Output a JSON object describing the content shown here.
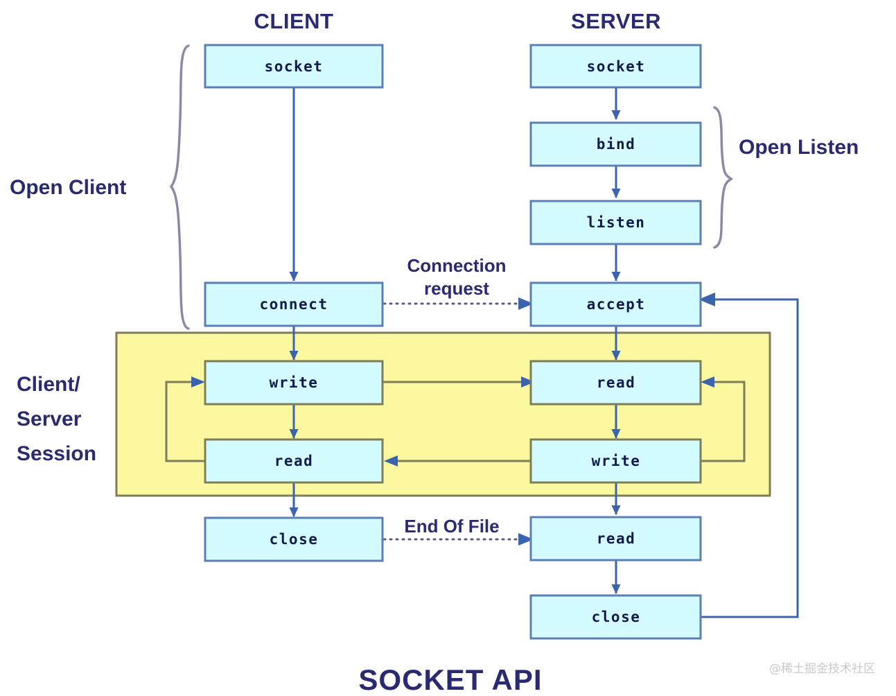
{
  "figure": {
    "footer_title": "SOCKET API",
    "watermark": "@稀土掘金技术社区",
    "colors": {
      "box_fill": "#d4fbff",
      "box_stroke": "#5b7fb5",
      "session_fill": "#fbf8a0",
      "session_stroke": "#7d7d57",
      "text": "#2a2a72",
      "arrow": "#3c63ad",
      "brace": "#8a8aa8",
      "background": "#ffffff"
    }
  },
  "columns": {
    "client": "CLIENT",
    "server": "SERVER"
  },
  "groups": {
    "open_client": "Open Client",
    "open_listen": "Open Listen",
    "session": "Client/\nServer\nSession",
    "session_line1": "Client/",
    "session_line2": "Server",
    "session_line3": "Session"
  },
  "edge_labels": {
    "connection_request_line1": "Connection",
    "connection_request_line2": "request",
    "end_of_file": "End Of File"
  },
  "nodes": {
    "client": [
      {
        "id": "client-socket",
        "label": "socket"
      },
      {
        "id": "client-connect",
        "label": "connect"
      },
      {
        "id": "client-write",
        "label": "write"
      },
      {
        "id": "client-read",
        "label": "read"
      },
      {
        "id": "client-close",
        "label": "close"
      }
    ],
    "server": [
      {
        "id": "server-socket",
        "label": "socket"
      },
      {
        "id": "server-bind",
        "label": "bind"
      },
      {
        "id": "server-listen",
        "label": "listen"
      },
      {
        "id": "server-accept",
        "label": "accept"
      },
      {
        "id": "server-read-1",
        "label": "read"
      },
      {
        "id": "server-write",
        "label": "write"
      },
      {
        "id": "server-read-2",
        "label": "read"
      },
      {
        "id": "server-close",
        "label": "close"
      }
    ]
  }
}
